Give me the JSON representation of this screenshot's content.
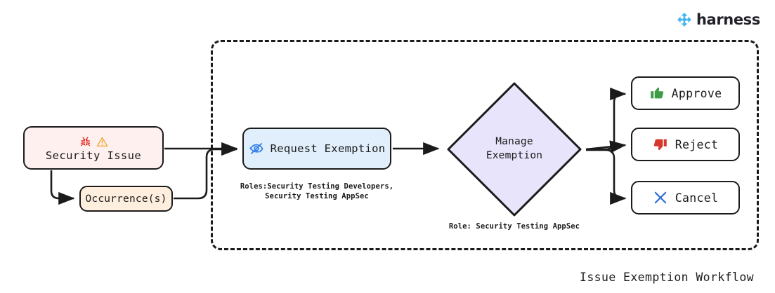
{
  "brand": {
    "name": "harness",
    "logo_icon": "harness-diamond-logo-icon",
    "accent_color": "#47b5ef"
  },
  "diagram": {
    "title": "Issue Exemption Workflow",
    "type": "flowchart",
    "group_container_label": "",
    "nodes": [
      {
        "id": "security-issue",
        "label": "Security Issue",
        "shape": "rounded-rect",
        "fill": "#fdf0ee",
        "stroke": "#1b1b1b",
        "icons": [
          "bug-icon",
          "warning-triangle-icon"
        ],
        "icon_colors": [
          "#e8302a",
          "#f0a83c"
        ]
      },
      {
        "id": "occurrences",
        "label": "Occurrence(s)",
        "shape": "rounded-rect",
        "fill": "#fdeedd",
        "stroke": "#1b1b1b"
      },
      {
        "id": "request-exemption",
        "label": "Request Exemption",
        "shape": "rounded-rect",
        "fill": "#e0effb",
        "stroke": "#1b1b1b",
        "icons": [
          "eye-slash-icon"
        ],
        "icon_colors": [
          "#2f7fe8"
        ],
        "caption": "Roles:Security Testing Developers,\nSecurity Testing AppSec"
      },
      {
        "id": "manage-exemption",
        "label_line1": "Manage",
        "label_line2": "Exemption",
        "shape": "diamond",
        "fill": "#e8e4fb",
        "stroke": "#1b1b1b",
        "caption": "Role: Security Testing AppSec"
      },
      {
        "id": "approve",
        "label": "Approve",
        "shape": "rounded-rect",
        "fill": "#ffffff",
        "stroke": "#1b1b1b",
        "icons": [
          "thumbs-up-icon"
        ],
        "icon_colors": [
          "#3f9c46"
        ]
      },
      {
        "id": "reject",
        "label": "Reject",
        "shape": "rounded-rect",
        "fill": "#ffffff",
        "stroke": "#1b1b1b",
        "icons": [
          "thumbs-down-icon"
        ],
        "icon_colors": [
          "#d6372b"
        ]
      },
      {
        "id": "cancel",
        "label": "Cancel",
        "shape": "rounded-rect",
        "fill": "#ffffff",
        "stroke": "#1b1b1b",
        "icons": [
          "close-x-icon"
        ],
        "icon_colors": [
          "#2f6fd8"
        ]
      }
    ],
    "edges": [
      {
        "from": "security-issue",
        "to": "occurrences"
      },
      {
        "from": "security-issue",
        "to": "request-exemption"
      },
      {
        "from": "occurrences",
        "to": "request-exemption"
      },
      {
        "from": "request-exemption",
        "to": "manage-exemption"
      },
      {
        "from": "manage-exemption",
        "to": "approve"
      },
      {
        "from": "manage-exemption",
        "to": "reject"
      },
      {
        "from": "manage-exemption",
        "to": "cancel"
      }
    ]
  }
}
